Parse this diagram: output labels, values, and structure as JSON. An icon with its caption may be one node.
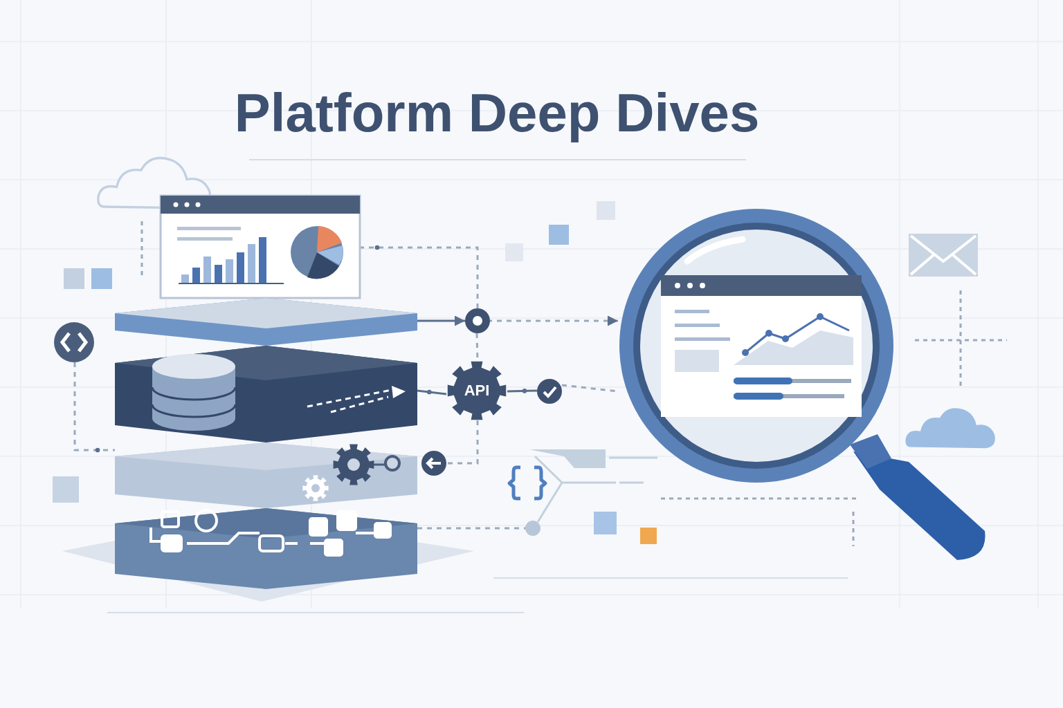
{
  "diagram": {
    "title": "Platform Deep Dives",
    "nodes": [
      {
        "text": [],
        "shape": "picture"
      },
      {
        "text": [],
        "shape": "box"
      },
      {
        "text": [],
        "shape": "circle"
      },
      {
        "text": [],
        "shape": "picture"
      },
      {
        "text": [],
        "shape": "circle"
      },
      {
        "text": [],
        "shape": "box"
      },
      {
        "text": [
          "API"
        ]
      },
      {
        "text": [],
        "shape": "circle"
      },
      {
        "text": [],
        "shape": "box"
      },
      {
        "text": [],
        "shape": "circle"
      },
      {
        "text": [],
        "shape": "box"
      },
      {
        "text": [],
        "shape": "circle"
      }
    ],
    "edges": [
      {
        "from": 2,
        "to": 0,
        "arrow": "other",
        "style": "dashed"
      },
      {
        "from": 1,
        "to": 2,
        "arrow": "to"
      },
      {
        "from": 2,
        "to": 3,
        "arrow": "to",
        "style": "dashed"
      },
      {
        "from": 2,
        "to": 6,
        "arrow": "none",
        "style": "dashed"
      },
      {
        "from": 4,
        "to": 8,
        "arrow": "other",
        "style": "dashed"
      },
      {
        "from": 5,
        "to": 6,
        "arrow": "other"
      },
      {
        "from": 7,
        "to": 6,
        "arrow": "other"
      },
      {
        "from": 7,
        "to": 3,
        "arrow": "none",
        "style": "dashed"
      },
      {
        "from": 6,
        "to": 9,
        "arrow": "none",
        "style": "dashed"
      },
      {
        "from": 10,
        "to": 11,
        "arrow": "none",
        "style": "dashed"
      }
    ]
  }
}
